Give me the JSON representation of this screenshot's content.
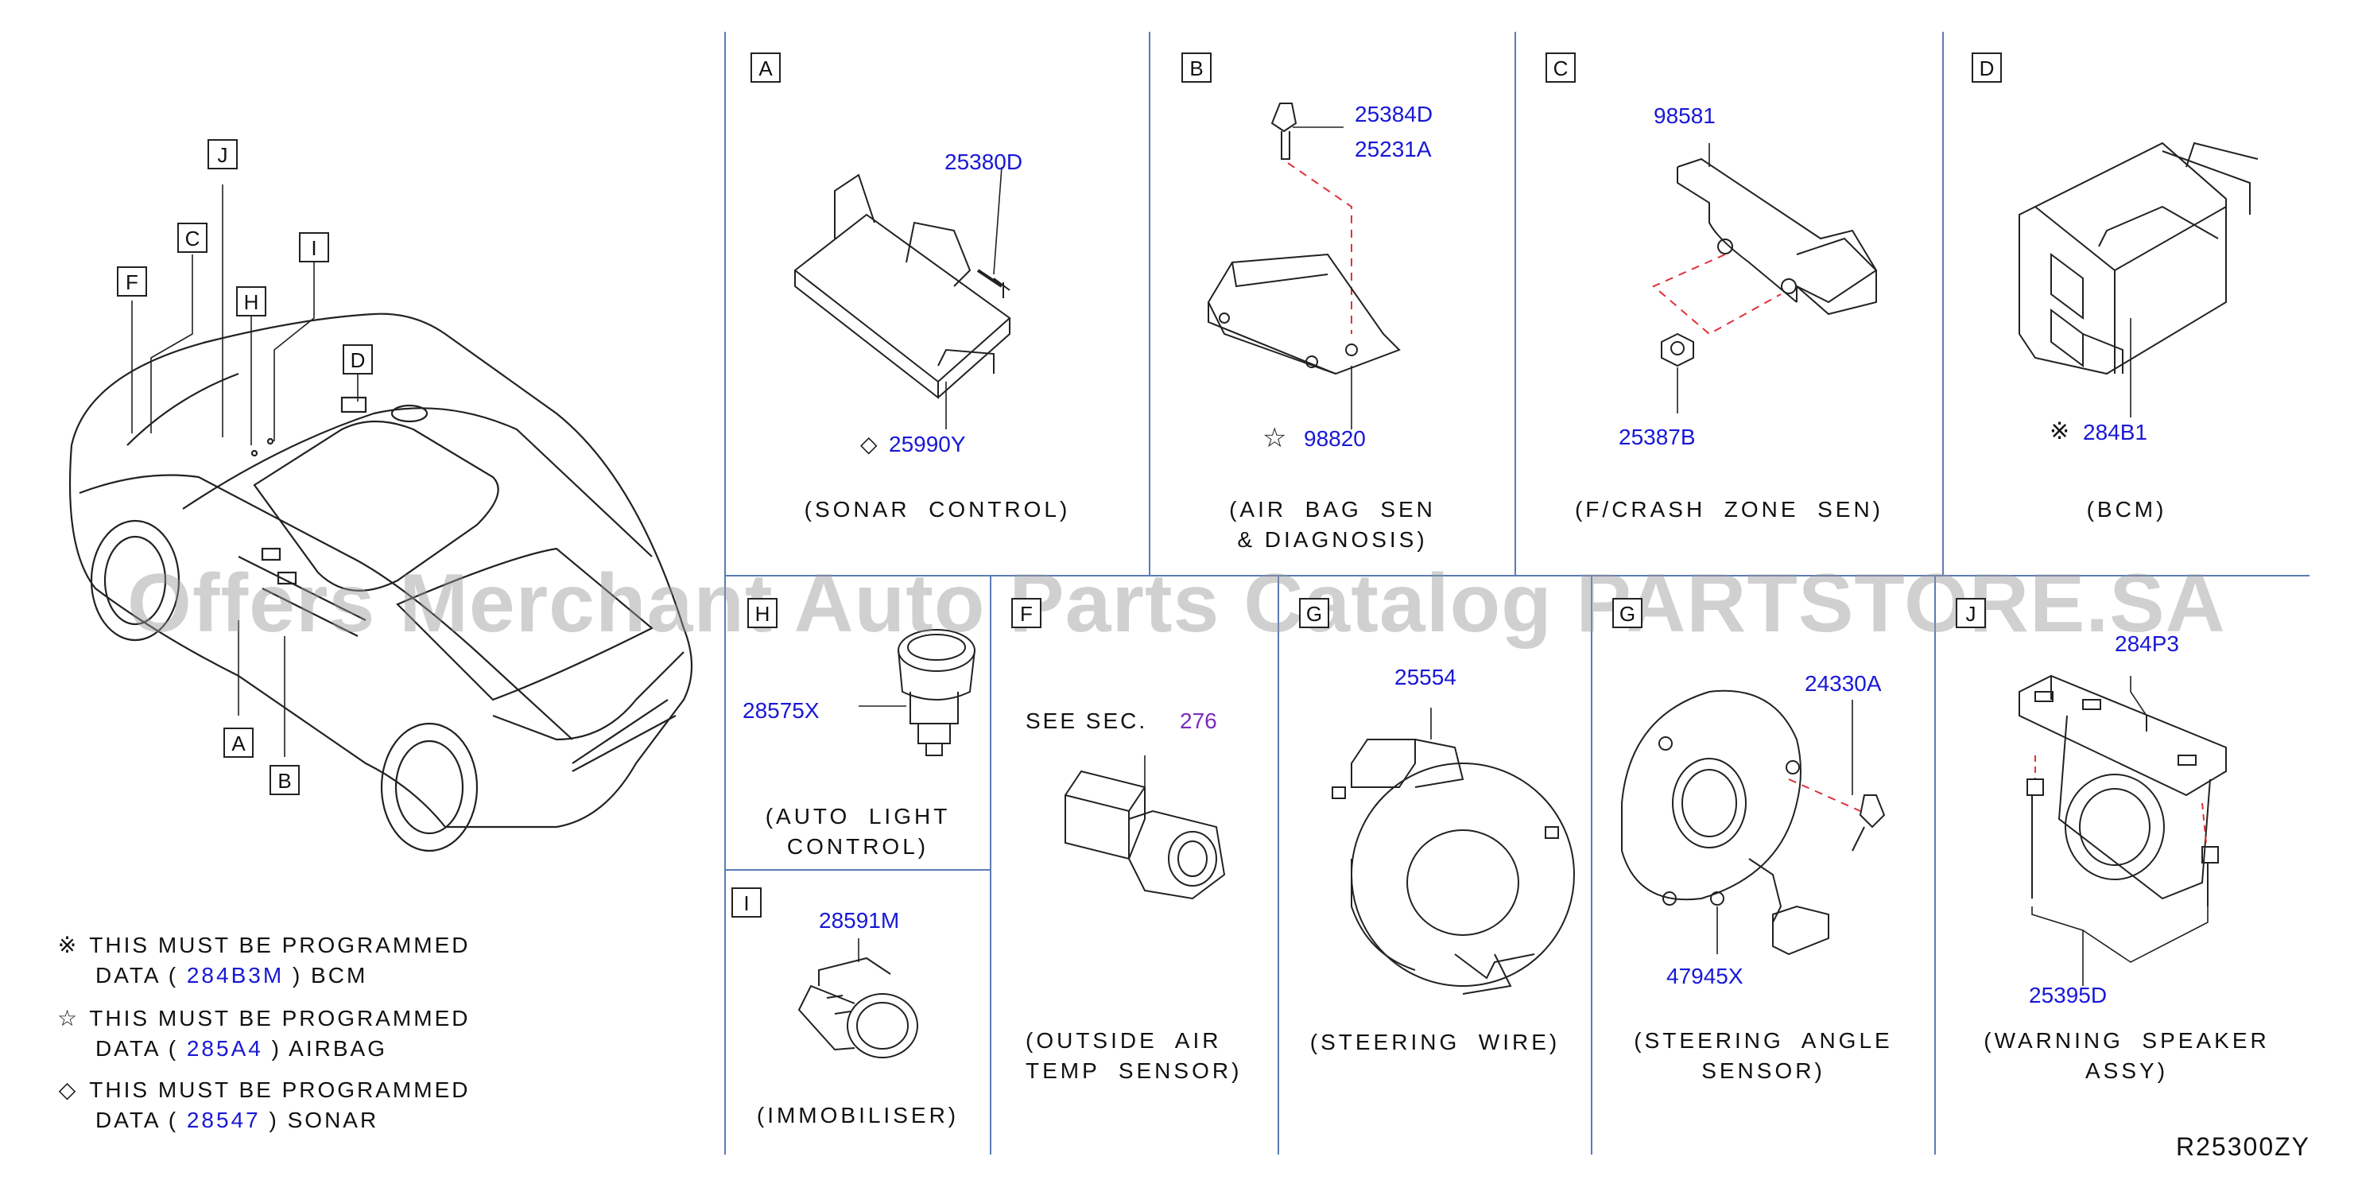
{
  "watermark": "Offers Merchant Auto Parts Catalog PARTSTORE.SA",
  "diagram_ref": "R25300ZY",
  "car_callouts": {
    "A": "A",
    "B": "B",
    "C": "C",
    "D": "D",
    "F": "F",
    "H": "H",
    "I": "I",
    "J": "J"
  },
  "notes": [
    {
      "symbol": "※",
      "text1": "THIS MUST BE PROGRAMMED",
      "pre": "DATA (",
      "part": "284B3M",
      "post": ") BCM"
    },
    {
      "symbol": "☆",
      "text1": "THIS MUST BE PROGRAMMED",
      "pre": "DATA (",
      "part": "285A4",
      "post": ") AIRBAG"
    },
    {
      "symbol": "◇",
      "text1": "THIS MUST BE PROGRAMMED",
      "pre": "DATA (",
      "part": "28547",
      "post": ") SONAR"
    }
  ],
  "sections": {
    "A": {
      "label": "A",
      "caption": "(SONAR  CONTROL)",
      "parts": [
        "25380D",
        "25990Y"
      ],
      "part_symbols": {
        "25990Y": "◇"
      }
    },
    "B": {
      "label": "B",
      "caption": "(AIR  BAG  SEN\n& DIAGNOSIS)",
      "parts": [
        "25384D",
        "25231A",
        "98820"
      ],
      "part_symbols": {
        "98820": "☆"
      }
    },
    "C": {
      "label": "C",
      "caption": "(F/CRASH  ZONE  SEN)",
      "parts": [
        "98581",
        "25387B"
      ]
    },
    "D": {
      "label": "D",
      "caption": "(BCM)",
      "parts": [
        "284B1"
      ],
      "part_symbols": {
        "284B1": "※"
      }
    },
    "H": {
      "label": "H",
      "caption": "(AUTO  LIGHT\nCONTROL)",
      "parts": [
        "28575X"
      ]
    },
    "I": {
      "label": "I",
      "caption": "(IMMOBILISER)",
      "parts": [
        "28591M"
      ]
    },
    "F": {
      "label": "F",
      "caption": "(OUTSIDE  AIR\nTEMP  SENSOR)",
      "see_text": "SEE  SEC.",
      "see_ref": "276"
    },
    "G1": {
      "label": "G",
      "caption": "(STEERING  WIRE)",
      "parts": [
        "25554"
      ]
    },
    "G2": {
      "label": "G",
      "caption": "(STEERING  ANGLE\nSENSOR)",
      "parts": [
        "24330A",
        "47945X"
      ]
    },
    "J": {
      "label": "J",
      "caption": "(WARNING  SPEAKER\nASSY)",
      "parts": [
        "284P3",
        "25395D"
      ]
    }
  }
}
